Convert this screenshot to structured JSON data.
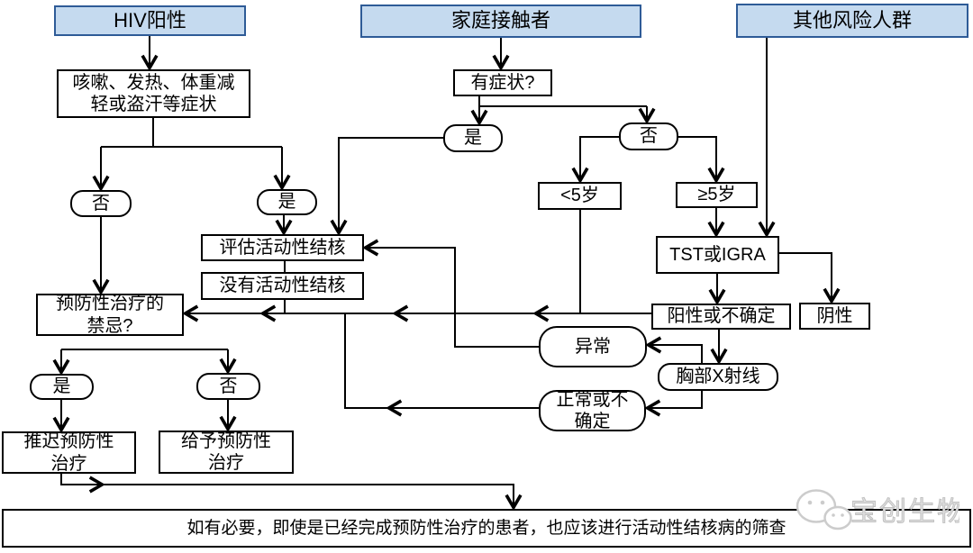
{
  "flowchart": {
    "nodes": {
      "hiv_header": "HIV阳性",
      "household_header": "家庭接触者",
      "other_risk_header": "其他风险人群",
      "symptoms": "咳嗽、发热、体重减\n轻或盗汗等症状",
      "has_symptoms": "有症状?",
      "hiv_no": "否",
      "hiv_yes": "是",
      "hh_yes": "是",
      "hh_no": "否",
      "under5": "<5岁",
      "over5": "≥5岁",
      "tst": "TST或IGRA",
      "positive": "阳性或不确定",
      "negative": "阴性",
      "evaluate": "评估活动性结核",
      "no_active_tb": "没有活动性结核",
      "contraindication": "预防性治疗的\n禁忌?",
      "abnormal": "异常",
      "chest_xray": "胸部X射线",
      "normal_uncertain": "正常或不\n确定",
      "ci_yes": "是",
      "ci_no": "否",
      "defer_treatment": "推迟预防性\n治疗",
      "give_treatment": "给予预防性\n治疗",
      "footer": "如有必要，即使是已经完成预防性治疗的患者，也应该进行活动性结核病的筛查"
    },
    "watermark": "宝创生物",
    "colors": {
      "header_fill": "#c5daef",
      "header_border": "#2e5b97",
      "line": "#000000",
      "box_border": "#000000",
      "watermark_gray": "#cccccc"
    },
    "edges": [
      "HIV阳性 → 咳嗽、发热、体重减轻或盗汗等症状",
      "咳嗽、发热、体重减轻或盗汗等症状 → 否",
      "咳嗽、发热、体重减轻或盗汗等症状 → 是",
      "否(HIV) → 预防性治疗的禁忌?",
      "是(HIV) → 评估活动性结核",
      "家庭接触者 → 有症状?",
      "有症状? → 是",
      "有症状? → 否",
      "是(家庭) → 评估活动性结核",
      "否(家庭) → <5岁",
      "否(家庭) → ≥5岁",
      "<5岁 → 预防性治疗的禁忌?",
      "≥5岁 → TST或IGRA",
      "其他风险人群 → TST或IGRA",
      "TST或IGRA → 阳性或不确定",
      "TST或IGRA → 阴性",
      "阳性或不确定 → 胸部X射线",
      "阳性或不确定 → 预防性治疗的禁忌?",
      "胸部X射线 → 异常",
      "胸部X射线 → 正常或不确定",
      "异常 → 评估活动性结核",
      "正常或不确定 → 预防性治疗的禁忌?",
      "评估活动性结核 → 没有活动性结核",
      "没有活动性结核 → 预防性治疗的禁忌?",
      "预防性治疗的禁忌? → 是",
      "预防性治疗的禁忌? → 否",
      "是(禁忌) → 推迟预防性治疗",
      "否(禁忌) → 给予预防性治疗",
      "推迟预防性治疗 → 如有必要，即使是已经完成预防性治疗的患者，也应该进行活动性结核病的筛查"
    ]
  }
}
